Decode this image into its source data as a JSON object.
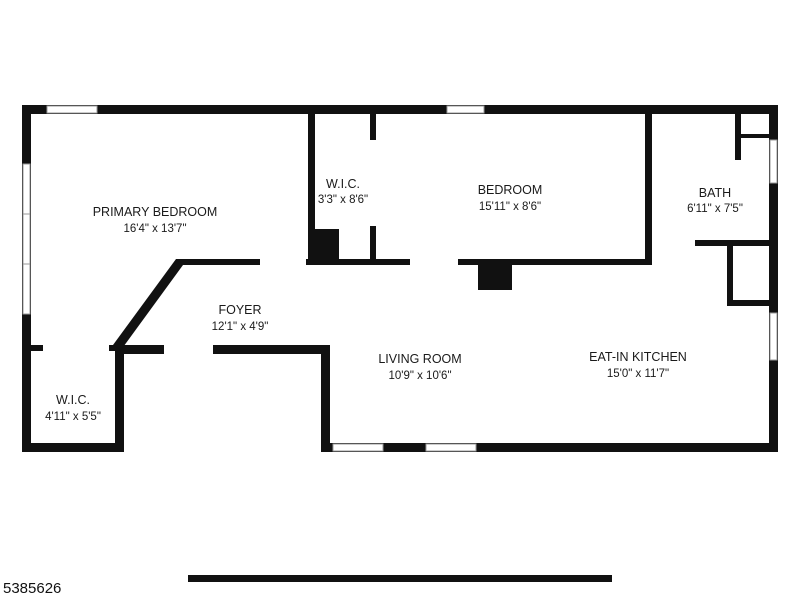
{
  "rooms": [
    {
      "name": "PRIMARY BEDROOM",
      "dims": "16'4\" x 13'7\""
    },
    {
      "name": "W.I.C.",
      "dims": "3'3\" x 8'6\""
    },
    {
      "name": "BEDROOM",
      "dims": "15'11\" x 8'6\""
    },
    {
      "name": "BATH",
      "dims": "6'11\" x 7'5\""
    },
    {
      "name": "FOYER",
      "dims": "12'1\" x 4'9\""
    },
    {
      "name": "LIVING ROOM",
      "dims": "10'9\" x 10'6\""
    },
    {
      "name": "EAT-IN KITCHEN",
      "dims": "15'0\" x 11'7\""
    },
    {
      "name": "W.I.C.",
      "dims": "4'11\" x 5'5\""
    }
  ],
  "listing_id": "5385626",
  "colors": {
    "wall": "#111111",
    "window": "#9a9a9a",
    "background": "#ffffff"
  }
}
